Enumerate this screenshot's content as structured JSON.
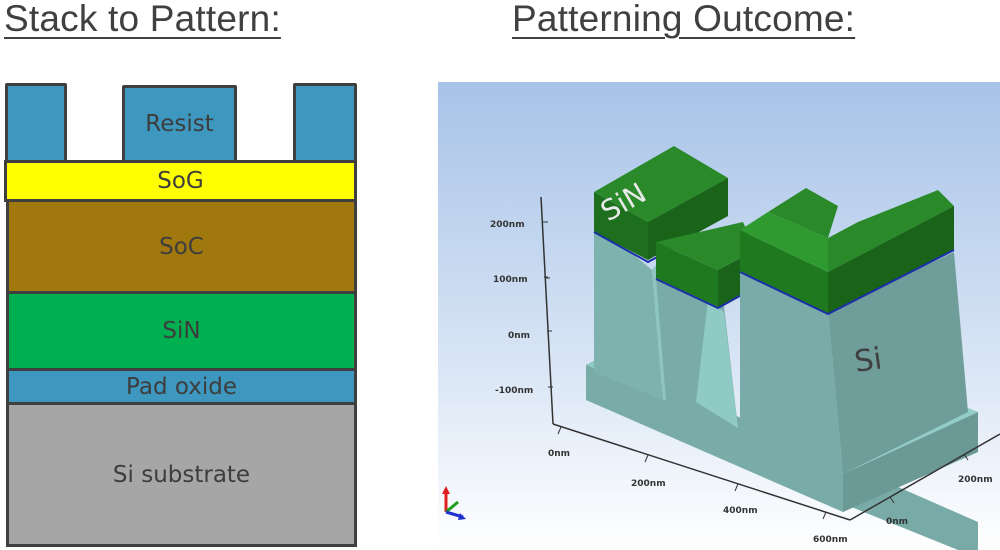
{
  "left": {
    "title": "Stack to Pattern:",
    "resist_label": "Resist",
    "layers": [
      {
        "name": "SoG",
        "label": "SoG",
        "color": "#ffff00"
      },
      {
        "name": "SoC",
        "label": "SoC",
        "color": "#a0780e"
      },
      {
        "name": "SiN",
        "label": "SiN",
        "color": "#00b050"
      },
      {
        "name": "Pad oxide",
        "label": "Pad oxide",
        "color": "#3d97bf"
      },
      {
        "name": "Si substrate",
        "label": "Si substrate",
        "color": "#a6a6a6"
      }
    ],
    "resist_color": "#3d97bf",
    "border_color": "#3f3f3f"
  },
  "right": {
    "title": "Patterning Outcome:",
    "labels": {
      "sin": "SiN",
      "si": "Si"
    },
    "z_axis_ticks": [
      "200nm",
      "100nm",
      "0nm",
      "-100nm"
    ],
    "x_axis_ticks": [
      "0nm",
      "200nm",
      "400nm",
      "600nm"
    ],
    "y_axis_ticks": [
      "0nm",
      "200nm"
    ],
    "colors": {
      "sin": "#1f7a1f",
      "sin_top": "#2a8a2a",
      "si": "#79aca8",
      "si_light": "#8fcac5",
      "interface": "#1a2fa8",
      "bg_top": "#a9c4e8",
      "bg_bottom": "#ffffff"
    },
    "triad_axes": [
      "z",
      "y",
      "x"
    ]
  }
}
